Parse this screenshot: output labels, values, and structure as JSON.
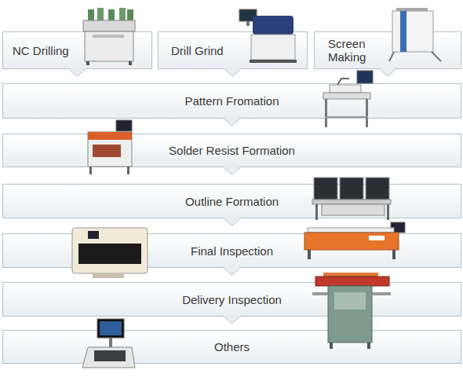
{
  "diagram": {
    "nodes": [
      {
        "text": [
          "NC Drilling"
        ]
      },
      {
        "text": [
          "Drill Grind"
        ]
      },
      {
        "text": [
          "Screen Making"
        ]
      },
      {
        "text": [
          "Pattern Fromation"
        ]
      },
      {
        "text": [
          "Solder Resist Formation"
        ]
      },
      {
        "text": [
          "Outline Formation"
        ]
      },
      {
        "text": [
          "Final Inspection"
        ]
      },
      {
        "text": [
          "Delivery Inspection"
        ]
      },
      {
        "text": [
          "Others"
        ]
      }
    ],
    "edges": [
      {
        "from": 0,
        "to": 3,
        "arrow": "to"
      },
      {
        "from": 1,
        "to": 3,
        "arrow": "to"
      },
      {
        "from": 2,
        "to": 3,
        "arrow": "to"
      },
      {
        "from": 3,
        "to": 4,
        "arrow": "to"
      },
      {
        "from": 4,
        "to": 5,
        "arrow": "to"
      },
      {
        "from": 5,
        "to": 6,
        "arrow": "to"
      },
      {
        "from": 6,
        "to": 7,
        "arrow": "to"
      },
      {
        "from": 7,
        "to": 8,
        "arrow": "to"
      }
    ]
  }
}
